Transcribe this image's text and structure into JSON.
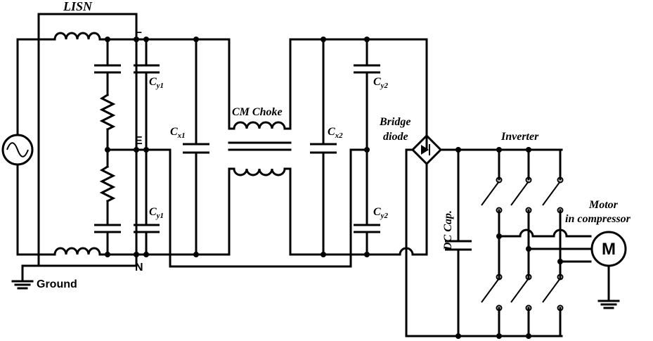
{
  "labels": {
    "lisn": "LISN",
    "line_l": "L",
    "line_e": "E",
    "line_n": "N",
    "ground": "Ground",
    "cm_choke": "CM Choke",
    "bridge": "Bridge",
    "diode": "diode",
    "inverter": "Inverter",
    "motor": "Motor",
    "in_compressor": "in compressor",
    "dc_cap": "DC Cap.",
    "motor_symbol": "M",
    "cy1_top": {
      "main": "C",
      "sub": "y1"
    },
    "cy1_bot": {
      "main": "C",
      "sub": "y1"
    },
    "cx1": {
      "main": "C",
      "sub": "x1"
    },
    "cx2": {
      "main": "C",
      "sub": "x2"
    },
    "cy2_top": {
      "main": "C",
      "sub": "y2"
    },
    "cy2_bot": {
      "main": "C",
      "sub": "y2"
    }
  },
  "colors": {
    "stroke": "#000000",
    "background": "#ffffff"
  }
}
